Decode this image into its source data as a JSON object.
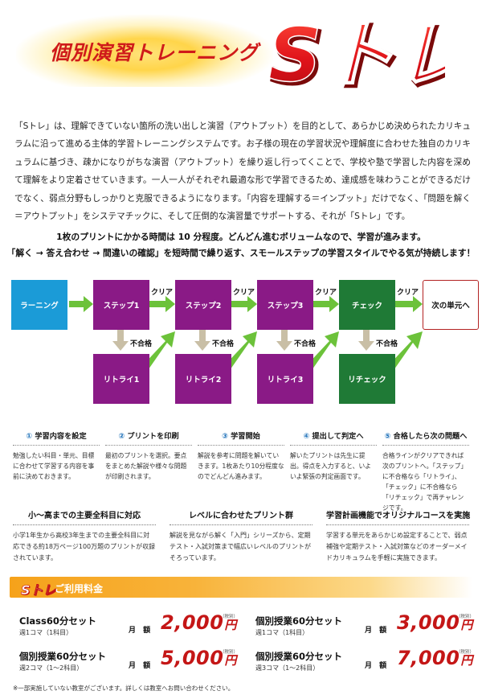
{
  "header": {
    "title": "個別演習トレーニング",
    "logo_text": "Sトレ"
  },
  "intro": {
    "text": "「Sトレ」は、理解できていない箇所の洗い出しと演習（アウトプット）を目的として、あらかじめ決められたカリキュラムに沿って進める主体的学習トレーニングシステムです。お子様の現在の学習状況や理解度に合わせた独自のカリキュラムに基づき、疎かになりがちな演習（アウトプット）を繰り返し行ってくことで、学校や塾で学習した内容を深めて理解をより定着させていきます。一人一人がそれぞれ最適な形で学習できるため、達成感を味わうことができるだけでなく、弱点分野もしっかりと克服できるようになります。「内容を理解する＝インプット」だけでなく、「問題を解く＝アウトプット」をシステマチックに、そして圧倒的な演習量でサポートする、それが「Sトレ」です。"
  },
  "lead": {
    "line1": "1枚のプリントにかかる時間は 10 分程度。どんどん進むボリュームなので、学習が進みます。",
    "line2": "「解く → 答え合わせ → 間違いの確認」を短時間で繰り返す、スモールステップの学習スタイルでやる気が持続します！"
  },
  "flow": {
    "learning": "ラーニング",
    "step1": "ステップ1",
    "step2": "ステップ2",
    "step3": "ステップ3",
    "check": "チェック",
    "next": "次の単元へ",
    "retry1": "リトライ1",
    "retry2": "リトライ2",
    "retry3": "リトライ3",
    "recheck": "リチェック",
    "clear": "クリア",
    "fail": "不合格"
  },
  "steps": [
    {
      "num": "①",
      "title": "学習内容を設定",
      "body": "勉強したい科目・単元、目標に合わせて学習する内容を事前に決めておきます。"
    },
    {
      "num": "②",
      "title": "プリントを印刷",
      "body": "最初のプリントを選択。要点をまとめた解説や様々な問題が印刷されます。"
    },
    {
      "num": "③",
      "title": "学習開始",
      "body": "解説を参考に問題を解いていきます。1枚あたり10分程度なのでどんどん進みます。"
    },
    {
      "num": "④",
      "title": "提出して判定へ",
      "body": "解いたプリントは先生に提出。得点を入力すると、いよいよ緊張の判定画面です。"
    },
    {
      "num": "⑤",
      "title": "合格したら次の問題へ",
      "body": "合格ラインがクリアできれば次のプリントへ。「ステップ」に不合格なら「リトライ」、「チェック」に不合格なら「リチェック」で再チャレンジです。"
    }
  ],
  "features": [
    {
      "title": "小〜高までの主要全科目に対応",
      "body": "小学1年生から高校3年生までの主要全科目に対応できる約18万ページ100万題のプリントが収録されています。"
    },
    {
      "title": "レベルに合わせたプリント群",
      "body": "解説を見ながら解く「入門」シリーズから、定期テスト・入試対策まで幅広いレベルのプリントがそろっています。"
    },
    {
      "title": "学習計画機能でオリジナルコースを実施",
      "body": "学習する単元をあらかじめ設定することで、弱点補強や定期テスト・入試対策などのオーダーメイドカリキュラムを手軽に実施できます。"
    }
  ],
  "pricing": {
    "logo": "Sトレ",
    "caption": "ご利用料金",
    "monthly_label": "月 額",
    "tax_note": "（税別）",
    "yen": "円",
    "plans": [
      {
        "name": "Class60分セット",
        "sub": "週1コマ（1科目）",
        "price": "2,000"
      },
      {
        "name": "個別授業60分セット",
        "sub": "週1コマ（1科目）",
        "price": "3,000"
      },
      {
        "name": "個別授業60分セット",
        "sub": "週2コマ（1〜2科目）",
        "price": "5,000"
      },
      {
        "name": "個別授業60分セット",
        "sub": "週3コマ（1〜2科目）",
        "price": "7,000"
      }
    ]
  },
  "footnote": "※一部実施していない教室がございます。詳しくは教室へお問い合わせください。",
  "colors": {
    "accent_red": "#c41616",
    "step_purple": "#8a1a86",
    "learning_blue": "#1b9bd7",
    "check_green": "#1f7a36",
    "arrow_green": "#6cc23a",
    "down_arrow": "#c9bfa6",
    "price_orange": "#f6a21a"
  }
}
